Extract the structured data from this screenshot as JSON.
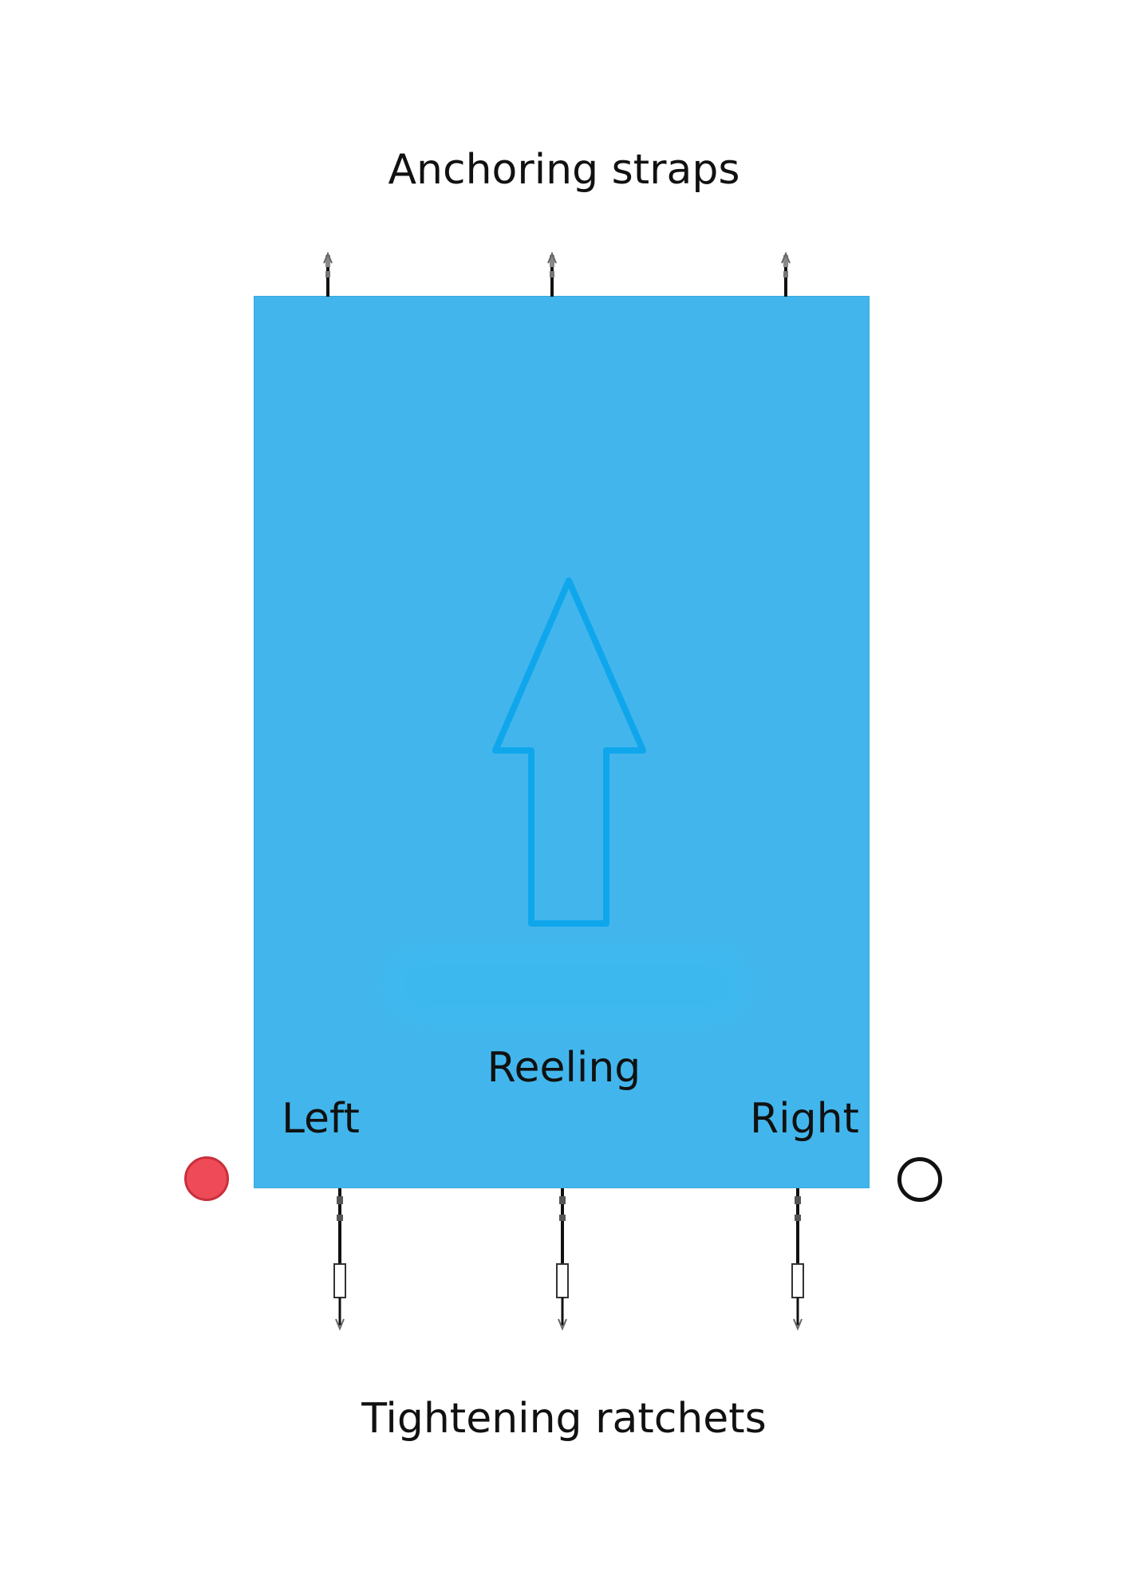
{
  "labels": {
    "top": "Anchoring straps",
    "bottom": "Tightening ratchets",
    "reeling": "Reeling",
    "left": "Left",
    "right": "Right"
  },
  "colors": {
    "cover_fill": "#42b6ec",
    "arrow_stroke": "#0fa6ec",
    "left_marker": "#ef4a57",
    "right_marker": "#ffffff"
  },
  "icons": {
    "direction": "up-arrow-icon",
    "left_marker": "filled-circle-icon",
    "right_marker": "hollow-circle-icon"
  }
}
